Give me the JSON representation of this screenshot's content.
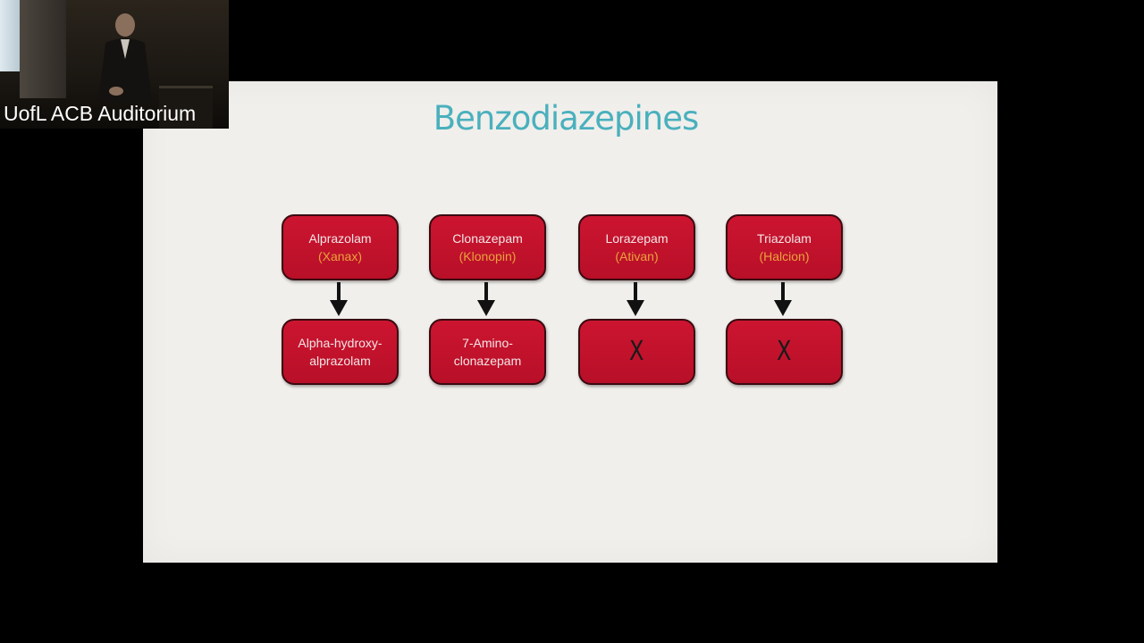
{
  "camera": {
    "label": "UofL ACB Auditorium"
  },
  "slide": {
    "title": "Benzodiazepines",
    "colors": {
      "title": "#4ab0bd",
      "box_fill": "#c41230",
      "drug_text": "#f3e6e6",
      "brand_text": "#e8a33a",
      "x_text": "#1a1a1a"
    },
    "columns": [
      {
        "drug": "Alprazolam",
        "brand": "(Xanax)",
        "metabolite_line1": "Alpha-hydroxy-",
        "metabolite_line2": "alprazolam"
      },
      {
        "drug": "Clonazepam",
        "brand": "(Klonopin)",
        "metabolite_line1": "7-Amino-",
        "metabolite_line2": "clonazepam"
      },
      {
        "drug": "Lorazepam",
        "brand": "(Ativan)",
        "metabolite_x": "X"
      },
      {
        "drug": "Triazolam",
        "brand": "(Halcion)",
        "metabolite_x": "X"
      }
    ]
  }
}
